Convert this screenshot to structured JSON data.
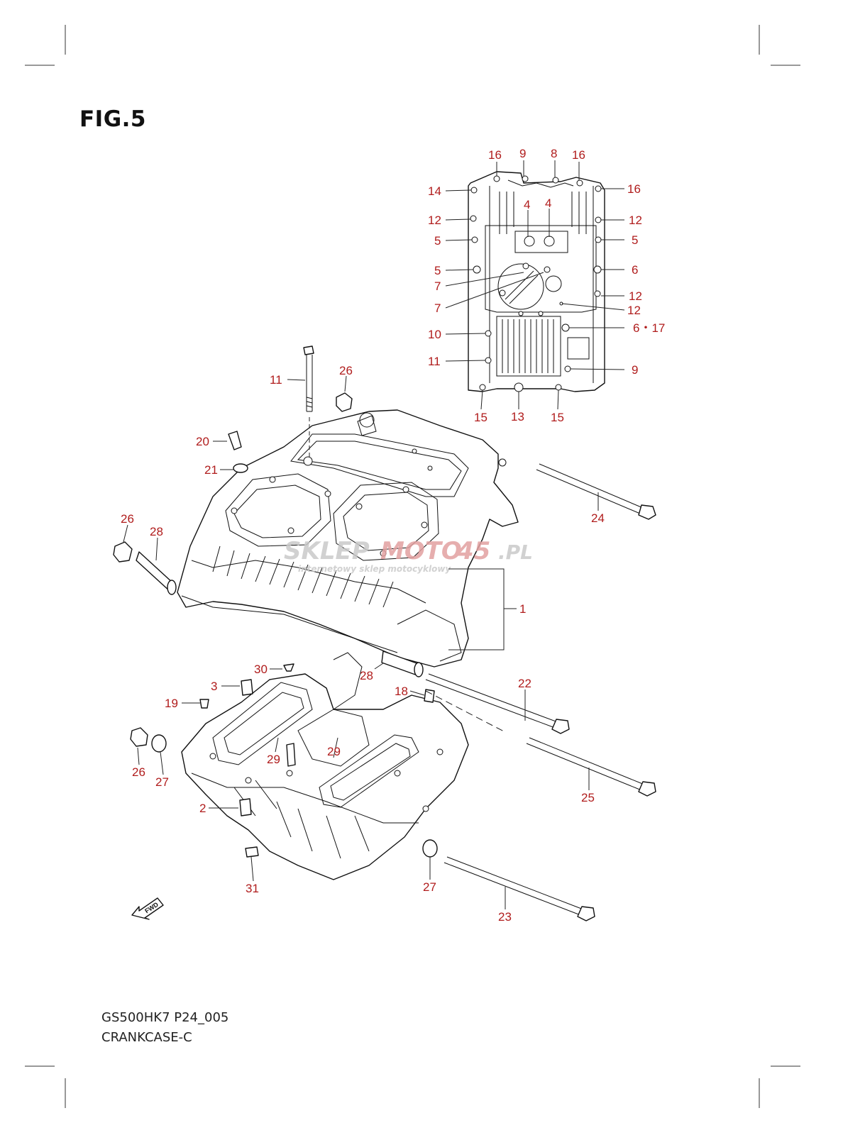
{
  "figure": {
    "title": "FIG.5",
    "model_code": "GS500HK7 P24_005",
    "diagram_name": "CRANKCASE-C"
  },
  "watermark": {
    "brand_left": "SKLEP",
    "brand_mid": "MOTO",
    "brand_right": "45",
    "domain": ".PL",
    "tagline": "internetowy sklep motocyklowy"
  },
  "direction_marker": {
    "text": "FWD"
  },
  "callouts": {
    "c16a": "16",
    "c9a": "9",
    "c8": "8",
    "c16b": "16",
    "c14": "14",
    "c16c": "16",
    "c4a": "4",
    "c4b": "4",
    "c12a": "12",
    "c12b": "12",
    "c5a": "5",
    "c5b": "5",
    "c5c": "5",
    "c6a": "6",
    "c7a": "7",
    "c12c": "12",
    "c7b": "7",
    "c12d": "12",
    "c10": "10",
    "c6_17": "6・17",
    "c11a": "11",
    "c9b": "9",
    "c15a": "15",
    "c13": "13",
    "c15b": "15",
    "c11b": "11",
    "c26a": "26",
    "c20": "20",
    "c21": "21",
    "c24": "24",
    "c26b": "26",
    "c28a": "28",
    "c1": "1",
    "c30": "30",
    "c28b": "28",
    "c22": "22",
    "c3": "3",
    "c18": "18",
    "c19": "19",
    "c29a": "29",
    "c29b": "29",
    "c26c": "26",
    "c27a": "27",
    "c25": "25",
    "c2": "2",
    "c31": "31",
    "c27b": "27",
    "c23": "23"
  },
  "colors": {
    "callout": "#b01c1c",
    "linework": "#111111",
    "watermark_red": "#e2a0a0",
    "watermark_grey": "#c9c9c9"
  },
  "icons": {
    "fwd_arrow": "arrow-icon"
  }
}
